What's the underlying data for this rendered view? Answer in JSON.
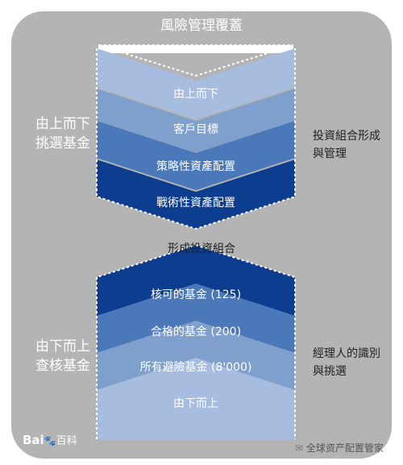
{
  "title": "風險管理覆蓋",
  "top_left_label": [
    "由上而下",
    "挑選基金"
  ],
  "top_right_label": [
    "投資組合形成",
    "與管理"
  ],
  "top_bands": [
    "由上而下",
    "客戶目標",
    "策略性資產配置",
    "戰術性資產配置"
  ],
  "middle_label": "形成投資組合",
  "bottom_left_label": [
    "由下而上",
    "查核基金"
  ],
  "bottom_right_label": [
    "經理人的識別",
    "與挑選"
  ],
  "bottom_bands": [
    "核可的基金 (125)",
    "合格的基金 (200)",
    "所有避險基金 (8'000)",
    "由下而上"
  ],
  "watermark": "百科",
  "wechat_label": "全球资产配置管家",
  "colors": {
    "frame": "#b4b4b4",
    "band_1": "#a7bde0",
    "band_2": "#7f9fcd",
    "band_3": "#4a78b8",
    "band_4": "#0d3d8f",
    "chevron_top": "#0f3f8f"
  }
}
